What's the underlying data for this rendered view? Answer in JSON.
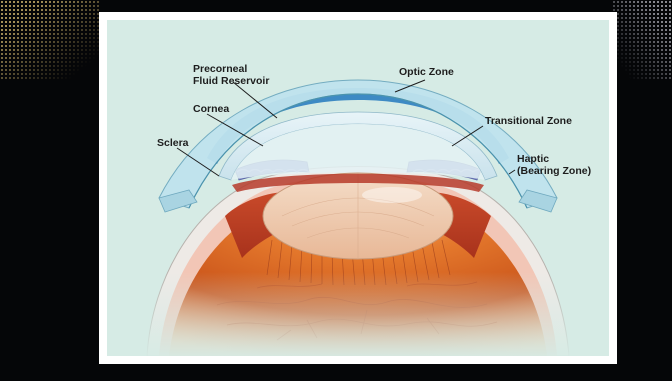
{
  "labels": {
    "precorneal_line1": "Precorneal",
    "precorneal_line2": "Fluid Reservoir",
    "cornea": "Cornea",
    "sclera": "Sclera",
    "optic_zone": "Optic Zone",
    "transitional_zone": "Transitional Zone",
    "haptic_line1": "Haptic",
    "haptic_line2": "(Bearing Zone)"
  },
  "colors": {
    "background": "#050608",
    "panel": "#d6ebe5",
    "lens": "#2d7fc0",
    "retina": "#d35a1e"
  }
}
